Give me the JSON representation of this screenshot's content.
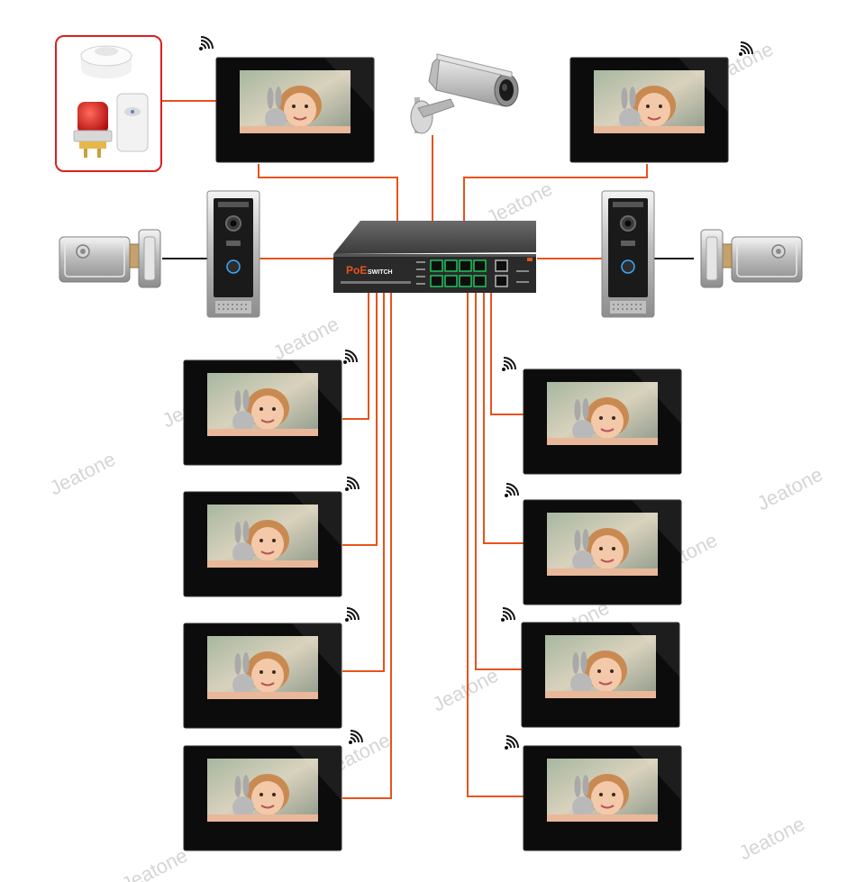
{
  "watermark": "Jeatone",
  "switch": {
    "brand": "PoE",
    "label": "SWITCH"
  },
  "colors": {
    "wire": "#e8521c",
    "lock_wire": "#111111",
    "alarm_border": "#d82020",
    "monitor_frame": "#0c0c0c",
    "background": "#ffffff"
  },
  "icons": {
    "monitor": "indoor-monitor-icon",
    "wifi": "wifi-signal-icon",
    "camera": "cctv-camera-icon",
    "doorbell": "door-station-icon",
    "lock": "electric-lock-icon",
    "smoke": "smoke-detector-icon",
    "siren": "alarm-siren-icon",
    "pir": "pir-sensor-icon",
    "switch": "poe-switch-icon"
  }
}
